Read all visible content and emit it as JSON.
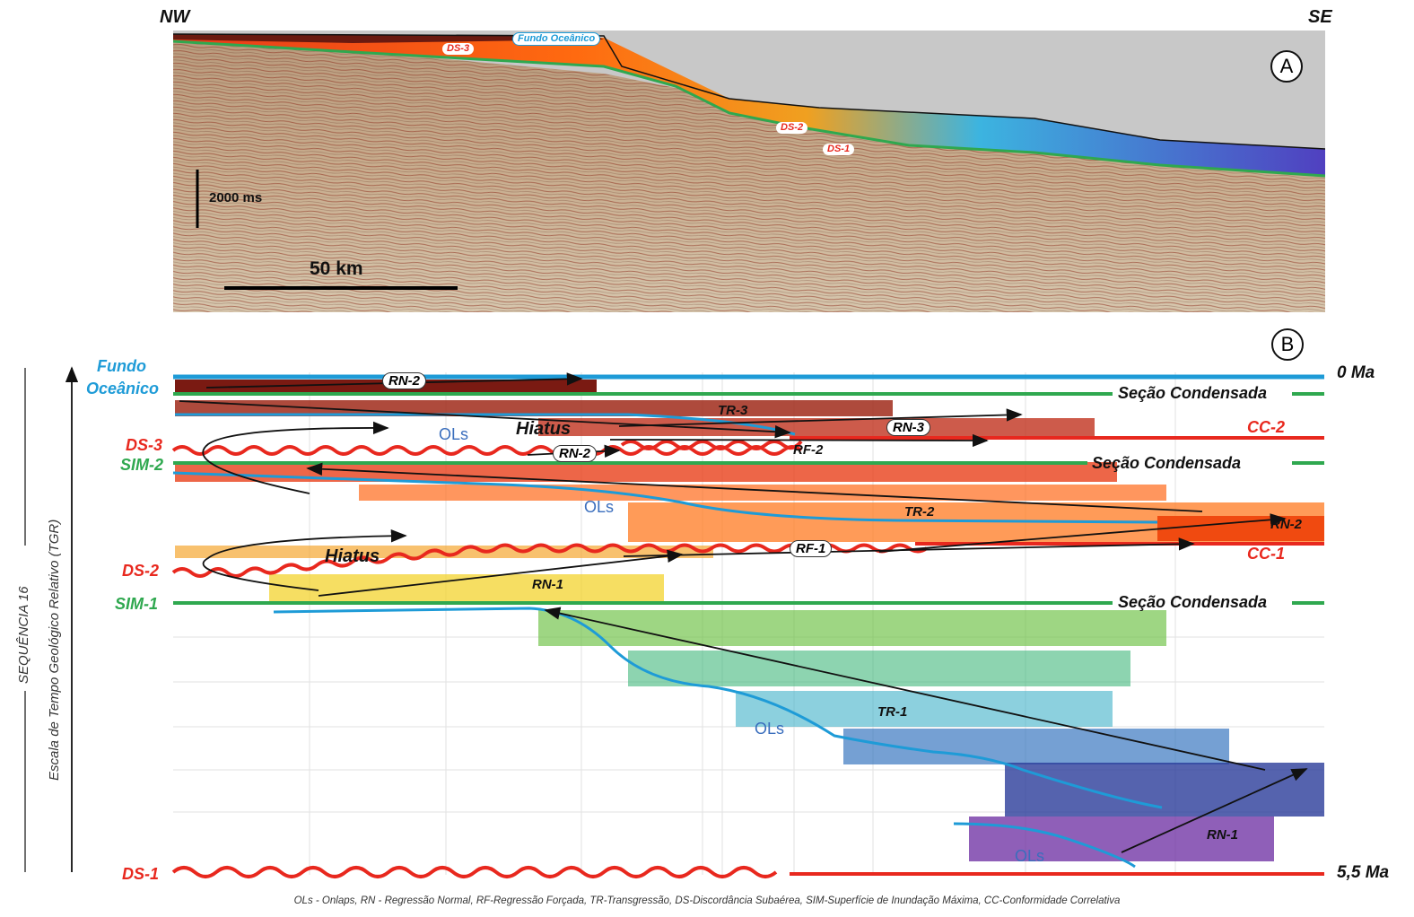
{
  "compass": {
    "left": "NW",
    "right": "SE"
  },
  "panel_a": {
    "id": "A",
    "labels": {
      "seafloor": "Fundo Oceânico",
      "ds3": "DS-3",
      "ds2": "DS-2",
      "ds1": "DS-1"
    },
    "scale_vertical": "2000 ms",
    "scale_horizontal": "50 km"
  },
  "panel_b": {
    "id": "B",
    "axis_title": "Escala de Tempo Geológico Relativo (TGR)",
    "sequence_label": "SEQUÊNCIA 16",
    "surfaces_left": {
      "fundo_line1": "Fundo",
      "fundo_line2": "Oceânico",
      "ds3": "DS-3",
      "sim2": "SIM-2",
      "ds2": "DS-2",
      "sim1": "SIM-1",
      "ds1": "DS-1"
    },
    "surfaces_right": {
      "top_age": "0 Ma",
      "secao_top": "Seção Condensada",
      "cc2": "CC-2",
      "secao_mid": "Seção Condensada",
      "rn2_right": "RN-2",
      "cc1": "CC-1",
      "secao_low": "Seção Condensada",
      "bottom_age": "5,5 Ma"
    },
    "annotations": {
      "rn2_top": "RN-2",
      "tr3": "TR-3",
      "rn3": "RN-3",
      "hiatus_upper": "Hiatus",
      "ols_upper": "OLs",
      "rn2_mid": "RN-2",
      "rf2": "RF-2",
      "ols_mid": "OLs",
      "tr2": "TR-2",
      "hiatus_lower": "Hiatus",
      "rf1": "RF-1",
      "rn1_upper": "RN-1",
      "tr1": "TR-1",
      "ols_lower": "OLs",
      "ols_bottom": "OLs",
      "rn1_lower": "RN-1"
    }
  },
  "legend": "OLs - Onlaps, RN - Regressão Normal, RF-Regressão Forçada, TR-Transgressão, DS-Discordância Subaérea, SIM-Superfície de Inundação Máxima, CC-Conformidade Correlativa",
  "colors": {
    "seafloor_blue": "#1e9bd7",
    "ds_red": "#e8281e",
    "sim_green": "#2fa84f",
    "ols_blue": "#3a6ebd"
  }
}
